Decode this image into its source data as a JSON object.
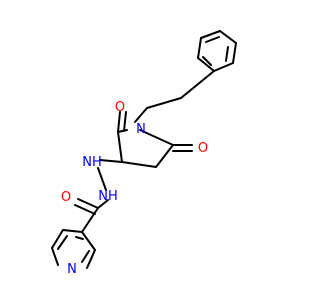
{
  "molecule": {
    "atoms": {
      "o_top": "O",
      "o_right": "O",
      "o_amide": "O",
      "n_ring": "N",
      "nh_upper": "NH",
      "nh_lower": "NH",
      "n_pyridine": "N"
    },
    "colors": {
      "carbon_bond": "#000000",
      "oxygen": "#ff0000",
      "nitrogen": "#0000ff",
      "background": "#ffffff"
    }
  }
}
